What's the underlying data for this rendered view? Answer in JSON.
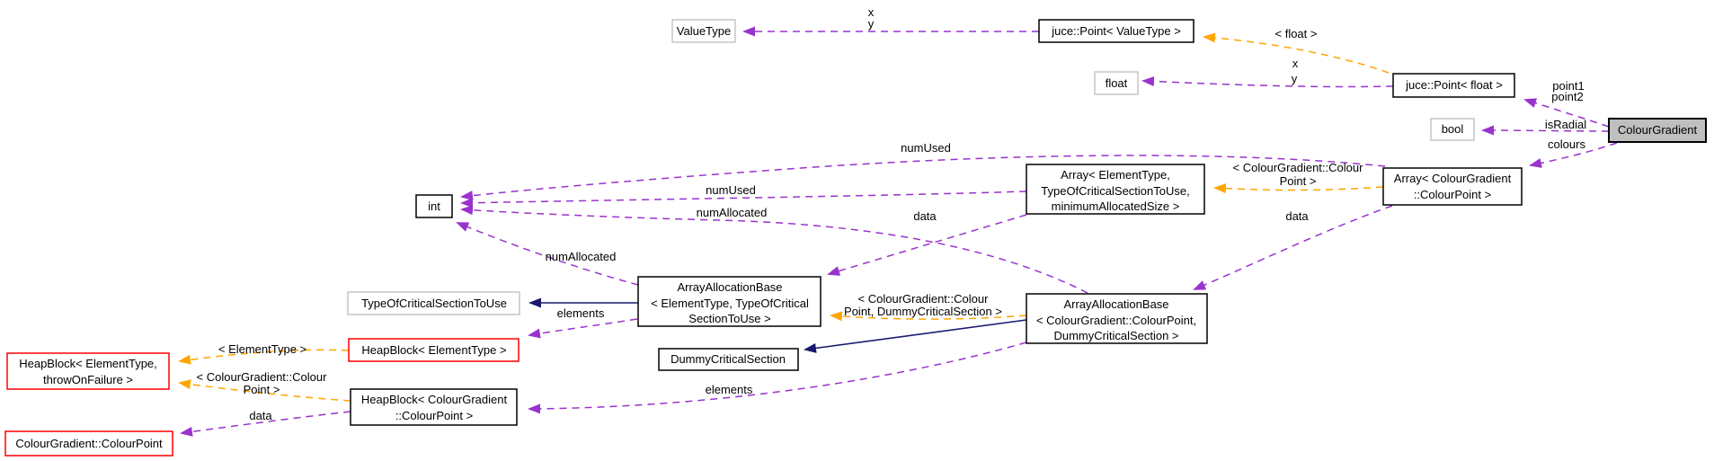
{
  "diagram": {
    "type": "class-collaboration-graph",
    "colors": {
      "member_edge": "#9a32cd",
      "template_edge": "#ffa500",
      "inheritance_edge": "#191970",
      "node_border": "#000000",
      "external_node_border": "#bdbdbd",
      "truncated_node_border": "#ff0000",
      "current_node_fill": "#bfbfbf",
      "node_fill": "#ffffff"
    },
    "nodes": {
      "valuetype": {
        "lines": [
          "ValueType"
        ]
      },
      "point_valuetype": {
        "lines": [
          "juce::Point< ValueType >"
        ]
      },
      "float": {
        "lines": [
          "float"
        ]
      },
      "point_float": {
        "lines": [
          "juce::Point< float >"
        ]
      },
      "bool": {
        "lines": [
          "bool"
        ]
      },
      "colourgradient": {
        "lines": [
          "ColourGradient"
        ]
      },
      "array_element": {
        "lines": [
          "Array< ElementType,",
          "TypeOfCriticalSectionToUse,",
          "minimumAllocatedSize >"
        ]
      },
      "array_cp": {
        "lines": [
          "Array< ColourGradient",
          "::ColourPoint >"
        ]
      },
      "int": {
        "lines": [
          "int"
        ]
      },
      "aab_element": {
        "lines": [
          "ArrayAllocationBase",
          "< ElementType, TypeOfCritical",
          "SectionToUse >"
        ]
      },
      "typeofcs": {
        "lines": [
          "TypeOfCriticalSectionToUse"
        ]
      },
      "aab_cp": {
        "lines": [
          "ArrayAllocationBase",
          "< ColourGradient::ColourPoint,",
          "DummyCriticalSection >"
        ]
      },
      "dummycs": {
        "lines": [
          "DummyCriticalSection"
        ]
      },
      "heapblock_element": {
        "lines": [
          "HeapBlock< ElementType >"
        ]
      },
      "heapblock_throw": {
        "lines": [
          "HeapBlock< ElementType,",
          "throwOnFailure >"
        ]
      },
      "heapblock_cp": {
        "lines": [
          "HeapBlock< ColourGradient",
          "::ColourPoint >"
        ]
      },
      "cg_colourpoint": {
        "lines": [
          "ColourGradient::ColourPoint"
        ]
      }
    },
    "labels": {
      "x1": "x",
      "y1": "y",
      "x2": "x",
      "y2": "y",
      "point1": "point1",
      "point2": "point2",
      "isRadial": "isRadial",
      "colours": "colours",
      "numUsed_top": "numUsed",
      "numUsed_mid": "numUsed",
      "numAllocated_mid": "numAllocated",
      "numAllocated_low": "numAllocated",
      "data_array_element": "data",
      "data_array_cp": "data",
      "data_heapblock": "data",
      "elements_1": "elements",
      "elements_2": "elements",
      "tmpl_float": "< float >",
      "tmpl_array_l1": "< ColourGradient::Colour",
      "tmpl_array_l2": "Point >",
      "tmpl_aab_l1": "< ColourGradient::Colour",
      "tmpl_aab_l2": "Point, DummyCriticalSection >",
      "tmpl_hb1": "< ElementType >",
      "tmpl_hb2_l1": "< ColourGradient::Colour",
      "tmpl_hb2_l2": "Point >"
    }
  }
}
